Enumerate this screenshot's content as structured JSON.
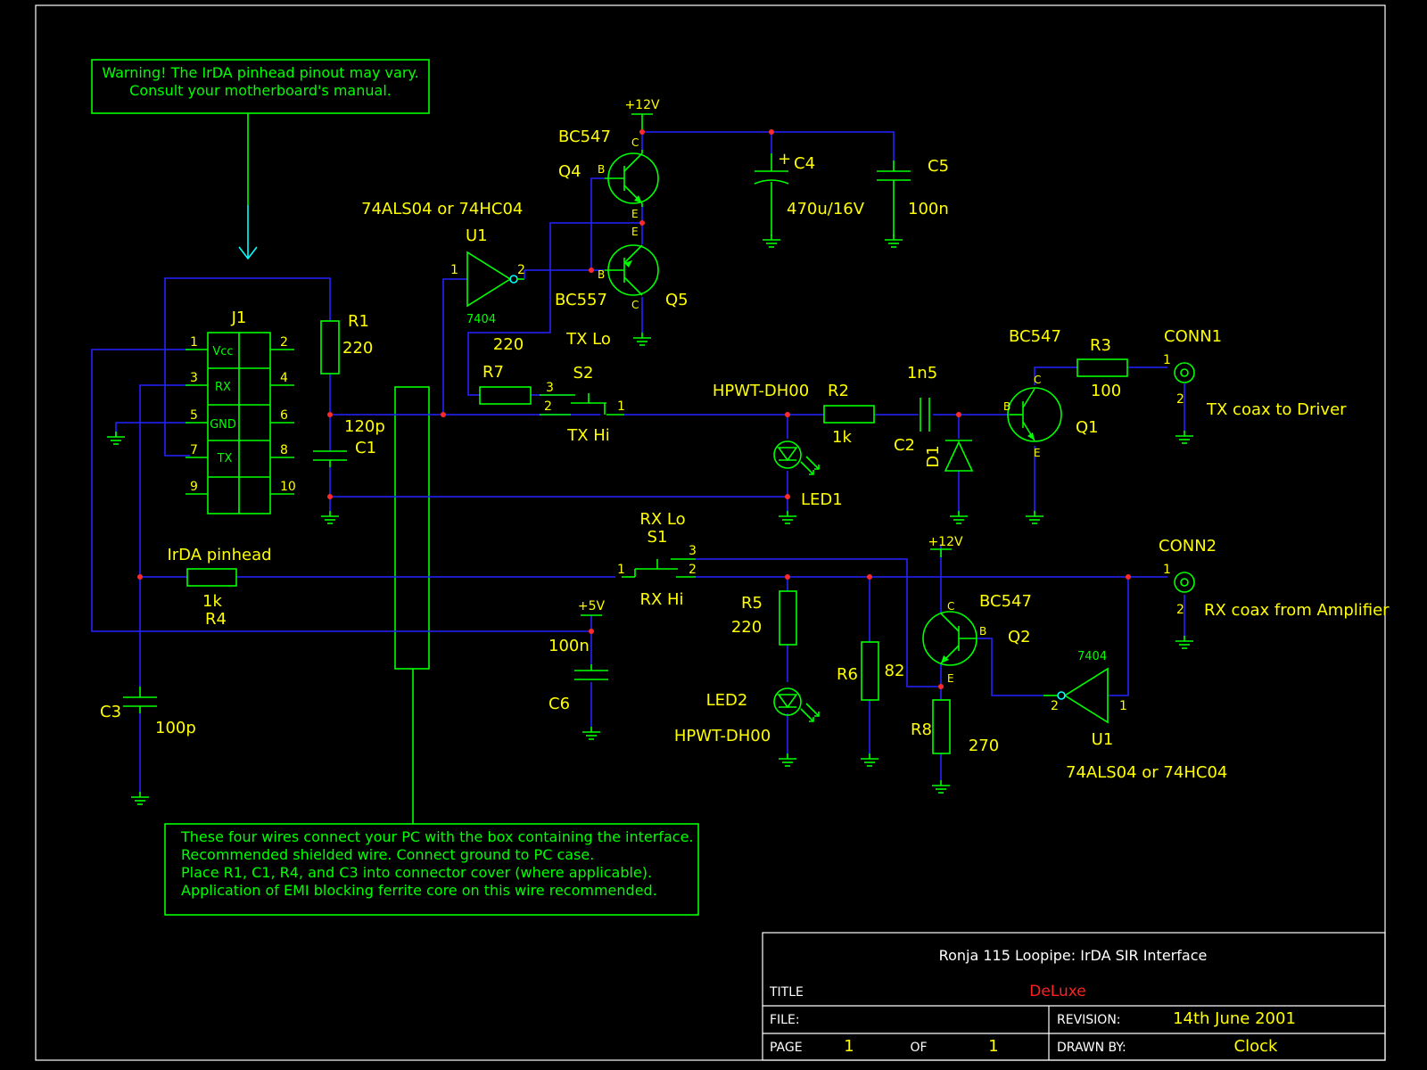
{
  "title_block": {
    "project_title": "Ronja 115 Loopipe: IrDA SIR Interface",
    "title_label": "TITLE",
    "title_value": "DeLuxe",
    "file_label": "FILE:",
    "revision_label": "REVISION:",
    "revision_value": "14th June 2001",
    "page_label": "PAGE",
    "page_value": "1",
    "of_label": "OF",
    "of_value": "1",
    "drawn_by_label": "DRAWN BY:",
    "drawn_by_value": "Clock"
  },
  "notes": {
    "warning_line1": "Warning! The IrDA pinhead pinout may vary.",
    "warning_line2": "Consult your motherboard's manual.",
    "wires_line1": "These four wires connect your PC with the box containing the interface.",
    "wires_line2": "Recommended shielded wire. Connect ground to PC case.",
    "wires_line3": "Place R1, C1, R4, and C3 into connector cover (where applicable).",
    "wires_line4": "Application of EMI blocking ferrite core on this wire recommended."
  },
  "components": {
    "j1": {
      "ref": "J1",
      "name": "IrDA pinhead",
      "pins": [
        "1",
        "2",
        "3",
        "4",
        "5",
        "6",
        "7",
        "8",
        "9",
        "10"
      ],
      "signals": [
        "Vcc",
        "RX",
        "GND",
        "TX"
      ]
    },
    "r1": {
      "ref": "R1",
      "value": "220"
    },
    "r2": {
      "ref": "R2",
      "value": "1k"
    },
    "r3": {
      "ref": "R3",
      "value": "100"
    },
    "r4": {
      "ref": "R4",
      "value": "1k"
    },
    "r5": {
      "ref": "R5",
      "value": "220"
    },
    "r6": {
      "ref": "R6",
      "value": "82"
    },
    "r7": {
      "ref": "R7",
      "value": "220"
    },
    "r8": {
      "ref": "R8",
      "value": "270"
    },
    "c1": {
      "ref": "C1",
      "value": "120p"
    },
    "c2": {
      "ref": "C2",
      "value": "1n5"
    },
    "c3": {
      "ref": "C3",
      "value": "100p"
    },
    "c4": {
      "ref": "C4",
      "value": "470u/16V"
    },
    "c5": {
      "ref": "C5",
      "value": "100n"
    },
    "c6": {
      "ref": "C6",
      "value": "100n"
    },
    "q1": {
      "ref": "Q1",
      "part": "BC547"
    },
    "q2": {
      "ref": "Q2",
      "part": "BC547"
    },
    "q4": {
      "ref": "Q4",
      "part": "BC547"
    },
    "q5": {
      "ref": "Q5",
      "part": "BC557"
    },
    "u1_tx": {
      "ref": "U1",
      "part": "7404",
      "alt": "74ALS04 or 74HC04",
      "pin_in": "1",
      "pin_out": "2"
    },
    "u1_rx": {
      "ref": "U1",
      "part": "7404",
      "alt": "74ALS04 or 74HC04",
      "pin_in": "1",
      "pin_out": "2"
    },
    "led1": {
      "ref": "LED1",
      "part": "HPWT-DH00"
    },
    "led2": {
      "ref": "LED2",
      "part": "HPWT-DH00"
    },
    "d1": {
      "ref": "D1"
    },
    "s1": {
      "ref": "S1",
      "pos_lo": "RX Lo",
      "pos_hi": "RX Hi"
    },
    "s2": {
      "ref": "S2",
      "pos_lo": "TX Lo",
      "pos_hi": "TX Hi"
    },
    "conn1": {
      "ref": "CONN1",
      "desc": "TX coax to Driver"
    },
    "conn2": {
      "ref": "CONN2",
      "desc": "RX coax from Amplifier"
    }
  },
  "power": {
    "v12": "+12V",
    "v5": "+5V"
  },
  "pin_letters": {
    "c": "C",
    "b": "B",
    "e": "E",
    "plus": "+"
  }
}
